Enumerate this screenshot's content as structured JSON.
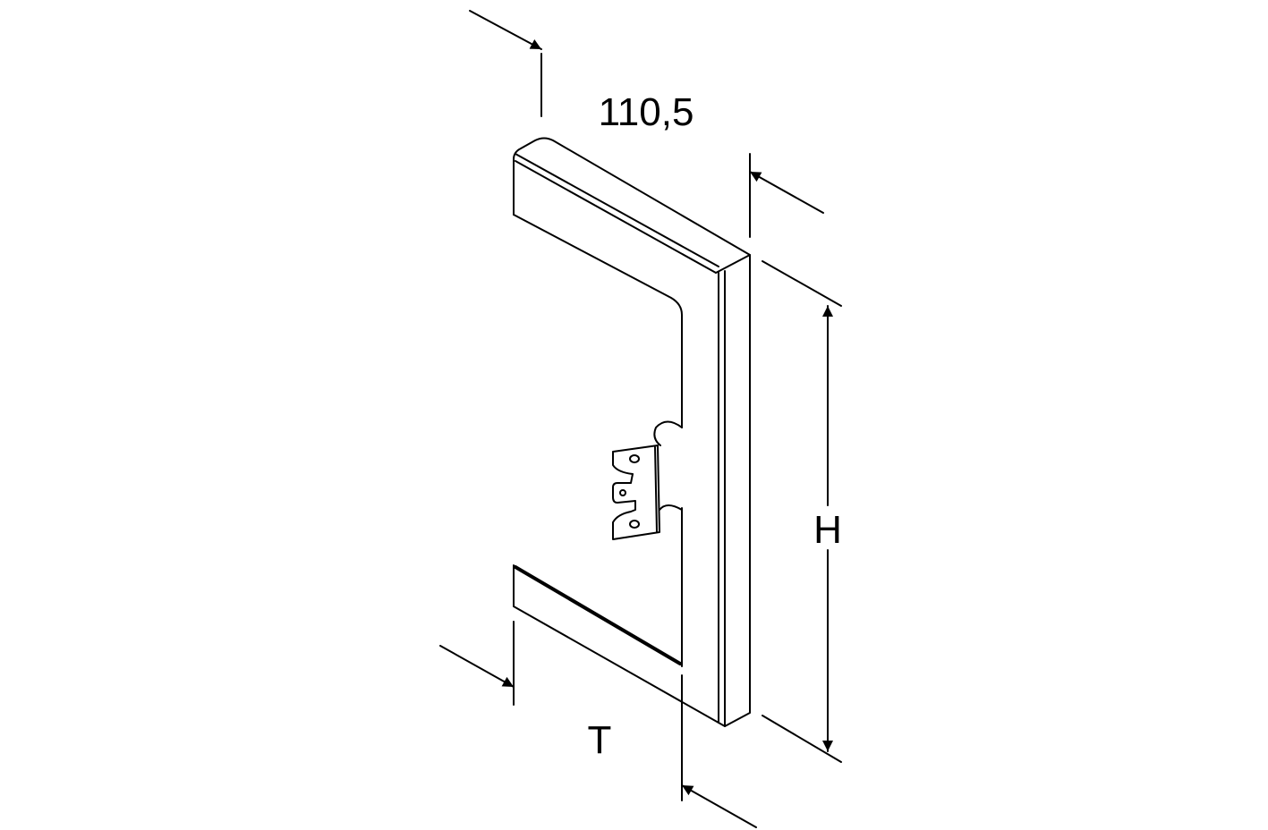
{
  "drawing": {
    "dimensions": {
      "width_label": "110,5",
      "height_label": "H",
      "depth_label": "T"
    },
    "colors": {
      "line": "#000000",
      "background": "#ffffff"
    }
  }
}
